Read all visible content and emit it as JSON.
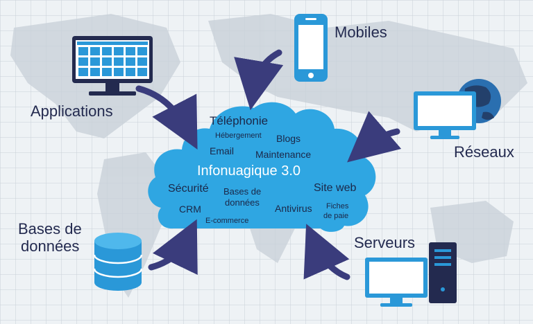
{
  "colors": {
    "background": "#eef2f5",
    "grid_line": "#c8d0d8",
    "map_land": "#b9c2cc",
    "cloud": "#2fa6e2",
    "cloud_text": "#1b2748",
    "cloud_title": "#ffffff",
    "arrow": "#3a3c7c",
    "device_blue": "#2a98d8",
    "device_dark": "#232a4f",
    "label_text": "#232a4f"
  },
  "labels": {
    "applications": "Applications",
    "mobiles": "Mobiles",
    "reseaux": "Réseaux",
    "bases_line1": "Bases de",
    "bases_line2": "données",
    "serveurs": "Serveurs"
  },
  "cloud": {
    "title": "Infonuagique 3.0",
    "words": {
      "telephonie": "Téléphonie",
      "hebergement": "Hébergement",
      "blogs": "Blogs",
      "email": "Email",
      "maintenance": "Maintenance",
      "securite": "Sécurité",
      "bases_line1": "Bases de",
      "bases_line2": "données",
      "site_web": "Site web",
      "crm": "CRM",
      "antivirus": "Antivirus",
      "fiches_line1": "Fiches",
      "fiches_line2": "de paie",
      "ecommerce": "E-commerce"
    }
  },
  "icons": {
    "applications": "monitor-icon",
    "mobiles": "smartphone-icon",
    "reseaux": "globe-monitor-icon",
    "bases": "database-icon",
    "serveurs": "server-computer-icon"
  }
}
